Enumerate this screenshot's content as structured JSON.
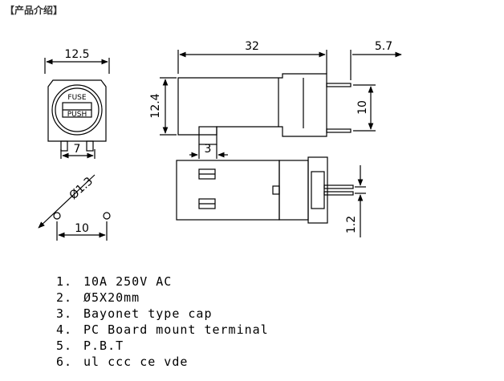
{
  "header": {
    "title": "【产品介绍】"
  },
  "drawing": {
    "front_view": {
      "width_dim": "12.5",
      "pin_spacing_dim": "7",
      "fuse_text": "FUSE",
      "push_text": "PUSH"
    },
    "side_view": {
      "length_dim": "32",
      "pin_length_dim": "5.7",
      "height_dim": "12.4",
      "pin_span_dim": "10"
    },
    "top_view": {
      "tab_dim": "3",
      "pin_offset_dim": "1.2"
    },
    "pcb_layout": {
      "hole_dia_dim": "Ø1.3",
      "hole_spacing_dim": "10"
    }
  },
  "specs": [
    {
      "num": "1.",
      "text": "10A 250V AC"
    },
    {
      "num": "2.",
      "text": "Ø5X20mm"
    },
    {
      "num": "3.",
      "text": "Bayonet type cap"
    },
    {
      "num": "4.",
      "text": "PC Board mount terminal"
    },
    {
      "num": "5.",
      "text": "P.B.T"
    },
    {
      "num": "6.",
      "text": "ul ccc ce vde"
    }
  ]
}
